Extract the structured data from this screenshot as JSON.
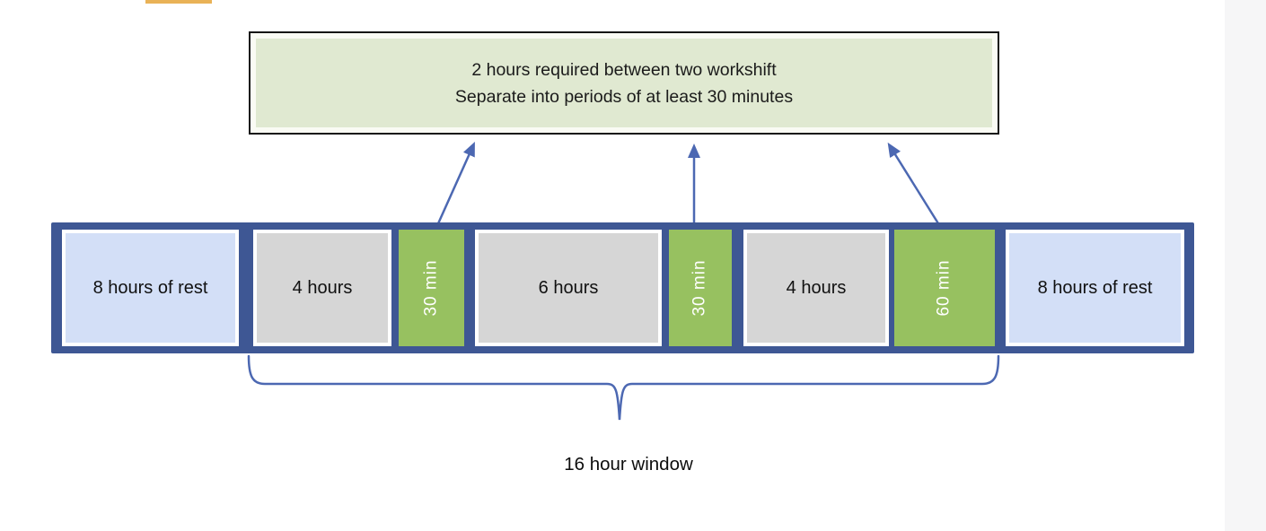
{
  "note_box": {
    "line1": "2 hours required between two workshift",
    "line2": "Separate into periods of at least 30 minutes"
  },
  "timeline": {
    "segments": [
      {
        "label": "8 hours of rest",
        "type": "rest"
      },
      {
        "label": "4 hours",
        "type": "work"
      },
      {
        "label": "30 min",
        "type": "break"
      },
      {
        "label": "6 hours",
        "type": "work"
      },
      {
        "label": "30 min",
        "type": "break"
      },
      {
        "label": "4 hours",
        "type": "work"
      },
      {
        "label": "60 min",
        "type": "break"
      },
      {
        "label": "8 hours of rest",
        "type": "rest"
      }
    ]
  },
  "window_label": "16 hour window",
  "colors": {
    "frame_navy": "#3e5794",
    "rest_blue": "#d3dff7",
    "work_gray": "#d6d6d6",
    "break_green": "#97c160",
    "arrow_blue": "#4c68b2",
    "note_fill": "#e0e9d1",
    "note_border": "#161616",
    "accent_orange": "#e9b257"
  }
}
